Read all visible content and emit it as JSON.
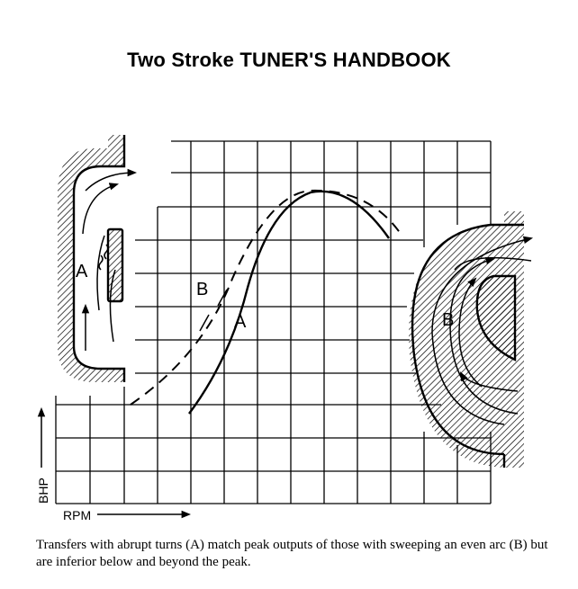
{
  "title": "Two Stroke TUNER'S HANDBOOK",
  "diagram": {
    "curve_a_label": "A",
    "curve_b_label": "B",
    "left_port_label": "A",
    "right_port_label": "B",
    "x_axis_label": "RPM",
    "y_axis_label": "BHP"
  },
  "caption": "Transfers with abrupt turns (A) match peak outputs of those with sweeping an even arc (B) but are inferior below and beyond the peak."
}
